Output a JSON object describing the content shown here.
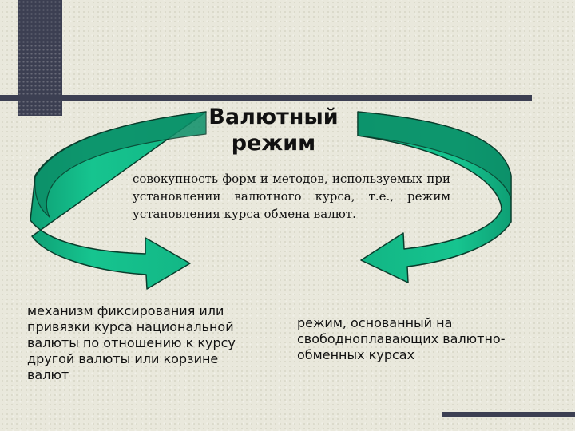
{
  "title_lines": [
    "Валютный",
    "режим"
  ],
  "definition": "совокупность форм и методов, используемых при установлении валютного курса, т.е., режим установления курса обмена валют.",
  "left_branch": "механизм фиксирования или привязки курса национальной валюты по отношению к курсу другой валюты или корзине валют",
  "right_branch": "режим, основанный на свободноплавающих валютно-обменных курсах",
  "colors": {
    "arrow_fill": "#14c08c",
    "arrow_shade": "#0c8f68",
    "arrow_outline": "#0a3d2c",
    "dark_accent": "#3c3f52"
  }
}
